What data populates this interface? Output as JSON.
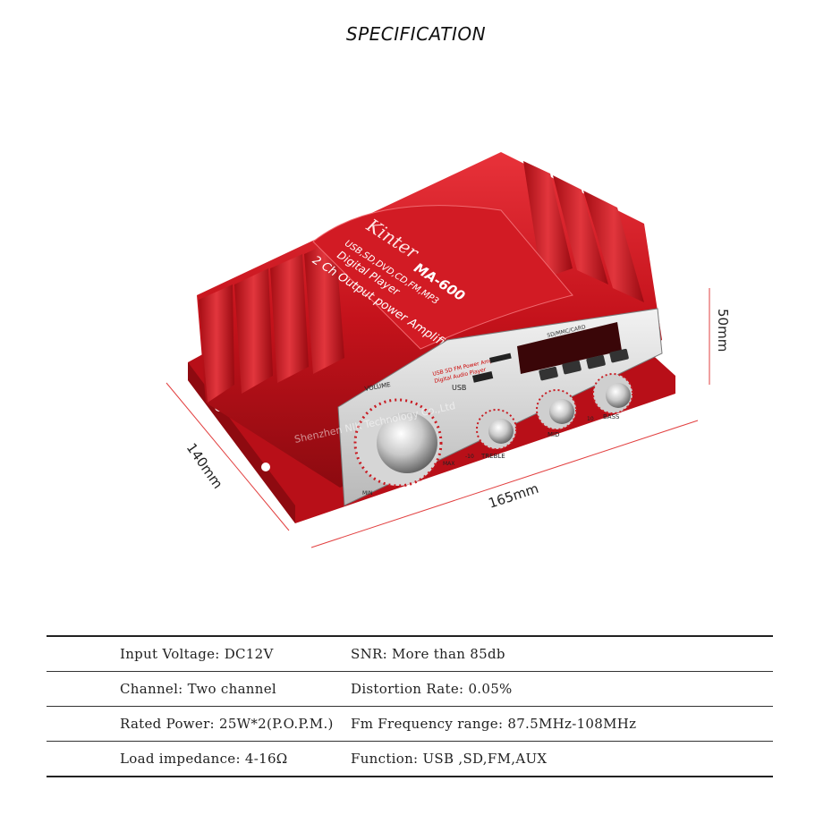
{
  "title": "SPECIFICATION",
  "device": {
    "brand": "Kinter",
    "model": "MA-600",
    "line1": "USB,SD,DVD,CD,FM,MP3",
    "line2": "Digital Player",
    "line3": "2 Ch Output power Amplifier",
    "panel_caption": "USB  SD  FM  Power Amplifier",
    "panel_caption2": "Digital Audio Player",
    "card_label": "SD/MMC/CARD",
    "usb_label": "USB",
    "volume_label": "VOLUME",
    "treble_label": "TREBLE",
    "mid_label": "MID",
    "bass_label": "BASS",
    "min_label": "MIN",
    "max_label": "MAX",
    "minus10": "-10",
    "plus10": "10",
    "watermark": "Shenzhen NIK Technology Co.,Ltd"
  },
  "dimensions": {
    "width": "165mm",
    "depth": "140mm",
    "height": "50mm"
  },
  "colors": {
    "body_red": "#c8121c",
    "dimension_line": "#e24040"
  },
  "specs": [
    {
      "left": "Input Voltage: DC12V",
      "right": "SNR: More than 85db"
    },
    {
      "left": "Channel: Two channel",
      "right": "Distortion Rate: 0.05%"
    },
    {
      "left": "Rated Power: 25W*2(P.O.P.M.)",
      "right": "Fm Frequency range: 87.5MHz-108MHz"
    },
    {
      "left": "Load impedance: 4-16Ω",
      "right": "Function: USB ,SD,FM,AUX"
    }
  ]
}
